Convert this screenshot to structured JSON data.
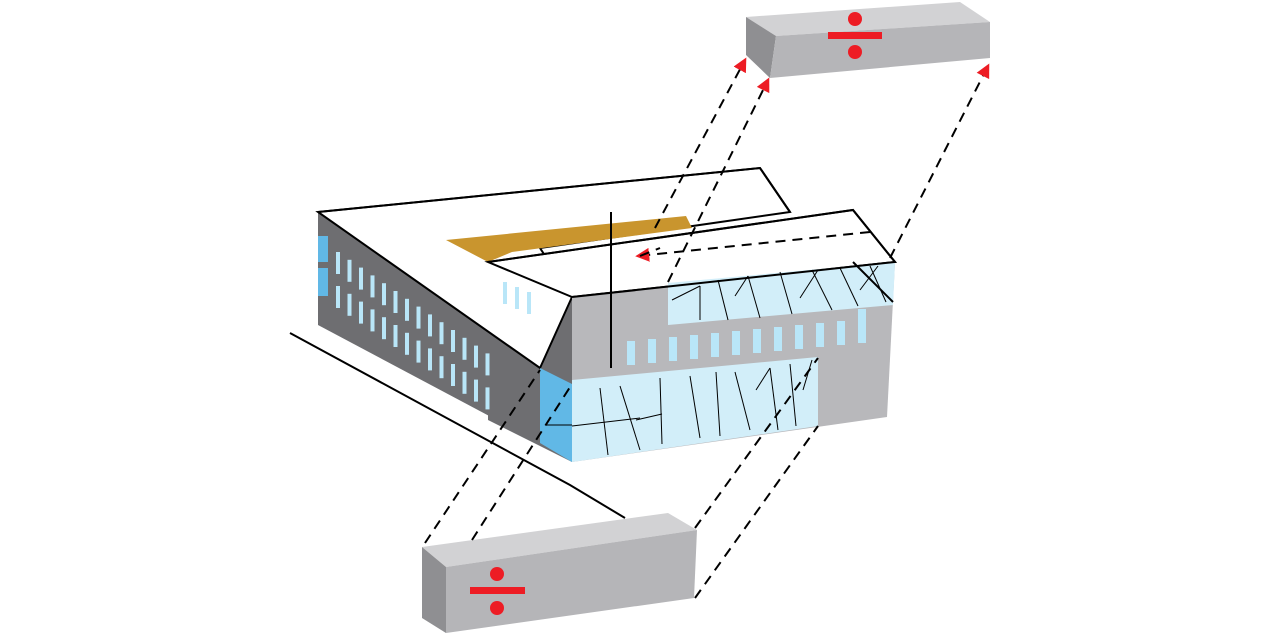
{
  "diagram": {
    "kind": "isometric-building-volume-subtraction",
    "symbols": [
      {
        "name": "division-sign",
        "glyph": "÷",
        "placement": "top-right-block"
      },
      {
        "name": "division-sign",
        "glyph": "÷",
        "placement": "bottom-left-block"
      }
    ],
    "relations": [
      {
        "from": "building-front-glass-volume",
        "to": "bottom-left-block",
        "style": "dashed-arrow"
      },
      {
        "from": "building-upper-glass-volume",
        "to": "top-right-block",
        "style": "dashed-arrow"
      }
    ]
  },
  "colors": {
    "roof": "#ffffff",
    "outline": "#000000",
    "dark_wall": "#6e6e71",
    "light_wall": "#b8b8bb",
    "block_top": "#d2d2d4",
    "block_front": "#b5b5b8",
    "block_side": "#8f8f92",
    "window": "#b9e6f8",
    "glass_facade": "#d2eef9",
    "glass_side": "#61b8e6",
    "courtyard": "#c9952e",
    "accent": "#ed1c24"
  }
}
